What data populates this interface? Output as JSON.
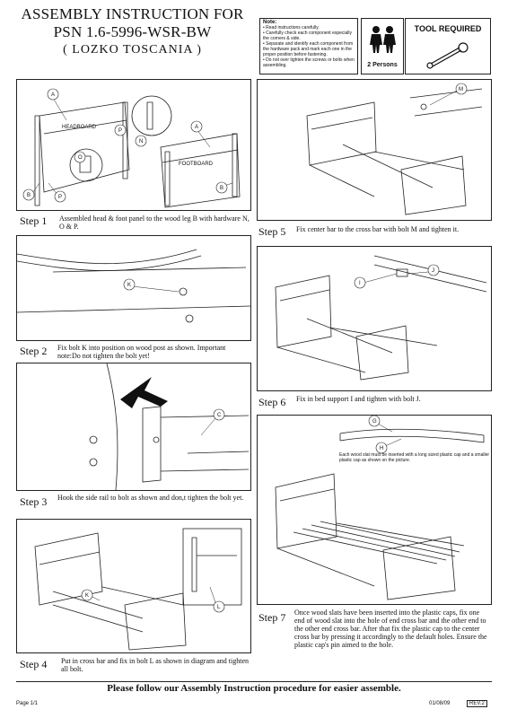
{
  "header": {
    "title_line1": "ASSEMBLY INSTRUCTION FOR",
    "title_line2": "PSN 1.6-5996-WSR-BW",
    "subtitle": "( LOZKO TOSCANIA )"
  },
  "note": {
    "title": "Note:",
    "items": [
      "Read instructions carefully.",
      "Carefully check each component especially the corners & side.",
      "Separate and identify each component from the hardware pack and mark each one in the proper position before fastening.",
      "Do not over tighten the screws or bolts when assembling."
    ]
  },
  "persons": {
    "label": "2 Persons"
  },
  "tool": {
    "label": "TOOL REQUIRED"
  },
  "steps": [
    {
      "label": "Step 1",
      "text": "Assembled head & foot panel to the wood leg B with hardware N, O & P."
    },
    {
      "label": "Step 2",
      "text": "Fix bolt K into position on wood post as shown. Important note:Do not tighten the bolt yet!"
    },
    {
      "label": "Step 3",
      "text": "Hook the side rail to bolt as shown and don,t tighten the bolt yet."
    },
    {
      "label": "Step 4",
      "text": "Put in cross bar and fix in bolt L as shown in diagram and tighten all bolt."
    },
    {
      "label": "Step 5",
      "text": "Fix center bar to the cross bar with bolt M and tighten it."
    },
    {
      "label": "Step 6",
      "text": "Fix in bed support I and tighten with bolt J."
    },
    {
      "label": "Step 7",
      "text": "Once wood slats have been inserted into the plastic caps, fix one end of wood slat into the hole of end cross bar and the other end to the other end cross bar. After that fix the plastic cap to the center cross bar by pressing it accordingly to the default holes. Ensure the plastic cap's pin aimed to the hole."
    }
  ],
  "step7_caption": "Each wood slat must be inserted with a long sized plastic cap and a smaller plastic cap as shown on the picture.",
  "labels": {
    "headboard": "HEADBOARD",
    "footboard": "FOOTBOARD",
    "A": "A",
    "B": "B",
    "C": "C",
    "G": "G",
    "H": "H",
    "I": "I",
    "J": "J",
    "K": "K",
    "L": "L",
    "M": "M",
    "N": "N",
    "O": "O",
    "P": "P"
  },
  "footer": {
    "text": "Please follow our Assembly Instruction procedure for easier assemble.",
    "page": "Page 1/1",
    "date": "01/08/09",
    "rev": "REV.2"
  }
}
